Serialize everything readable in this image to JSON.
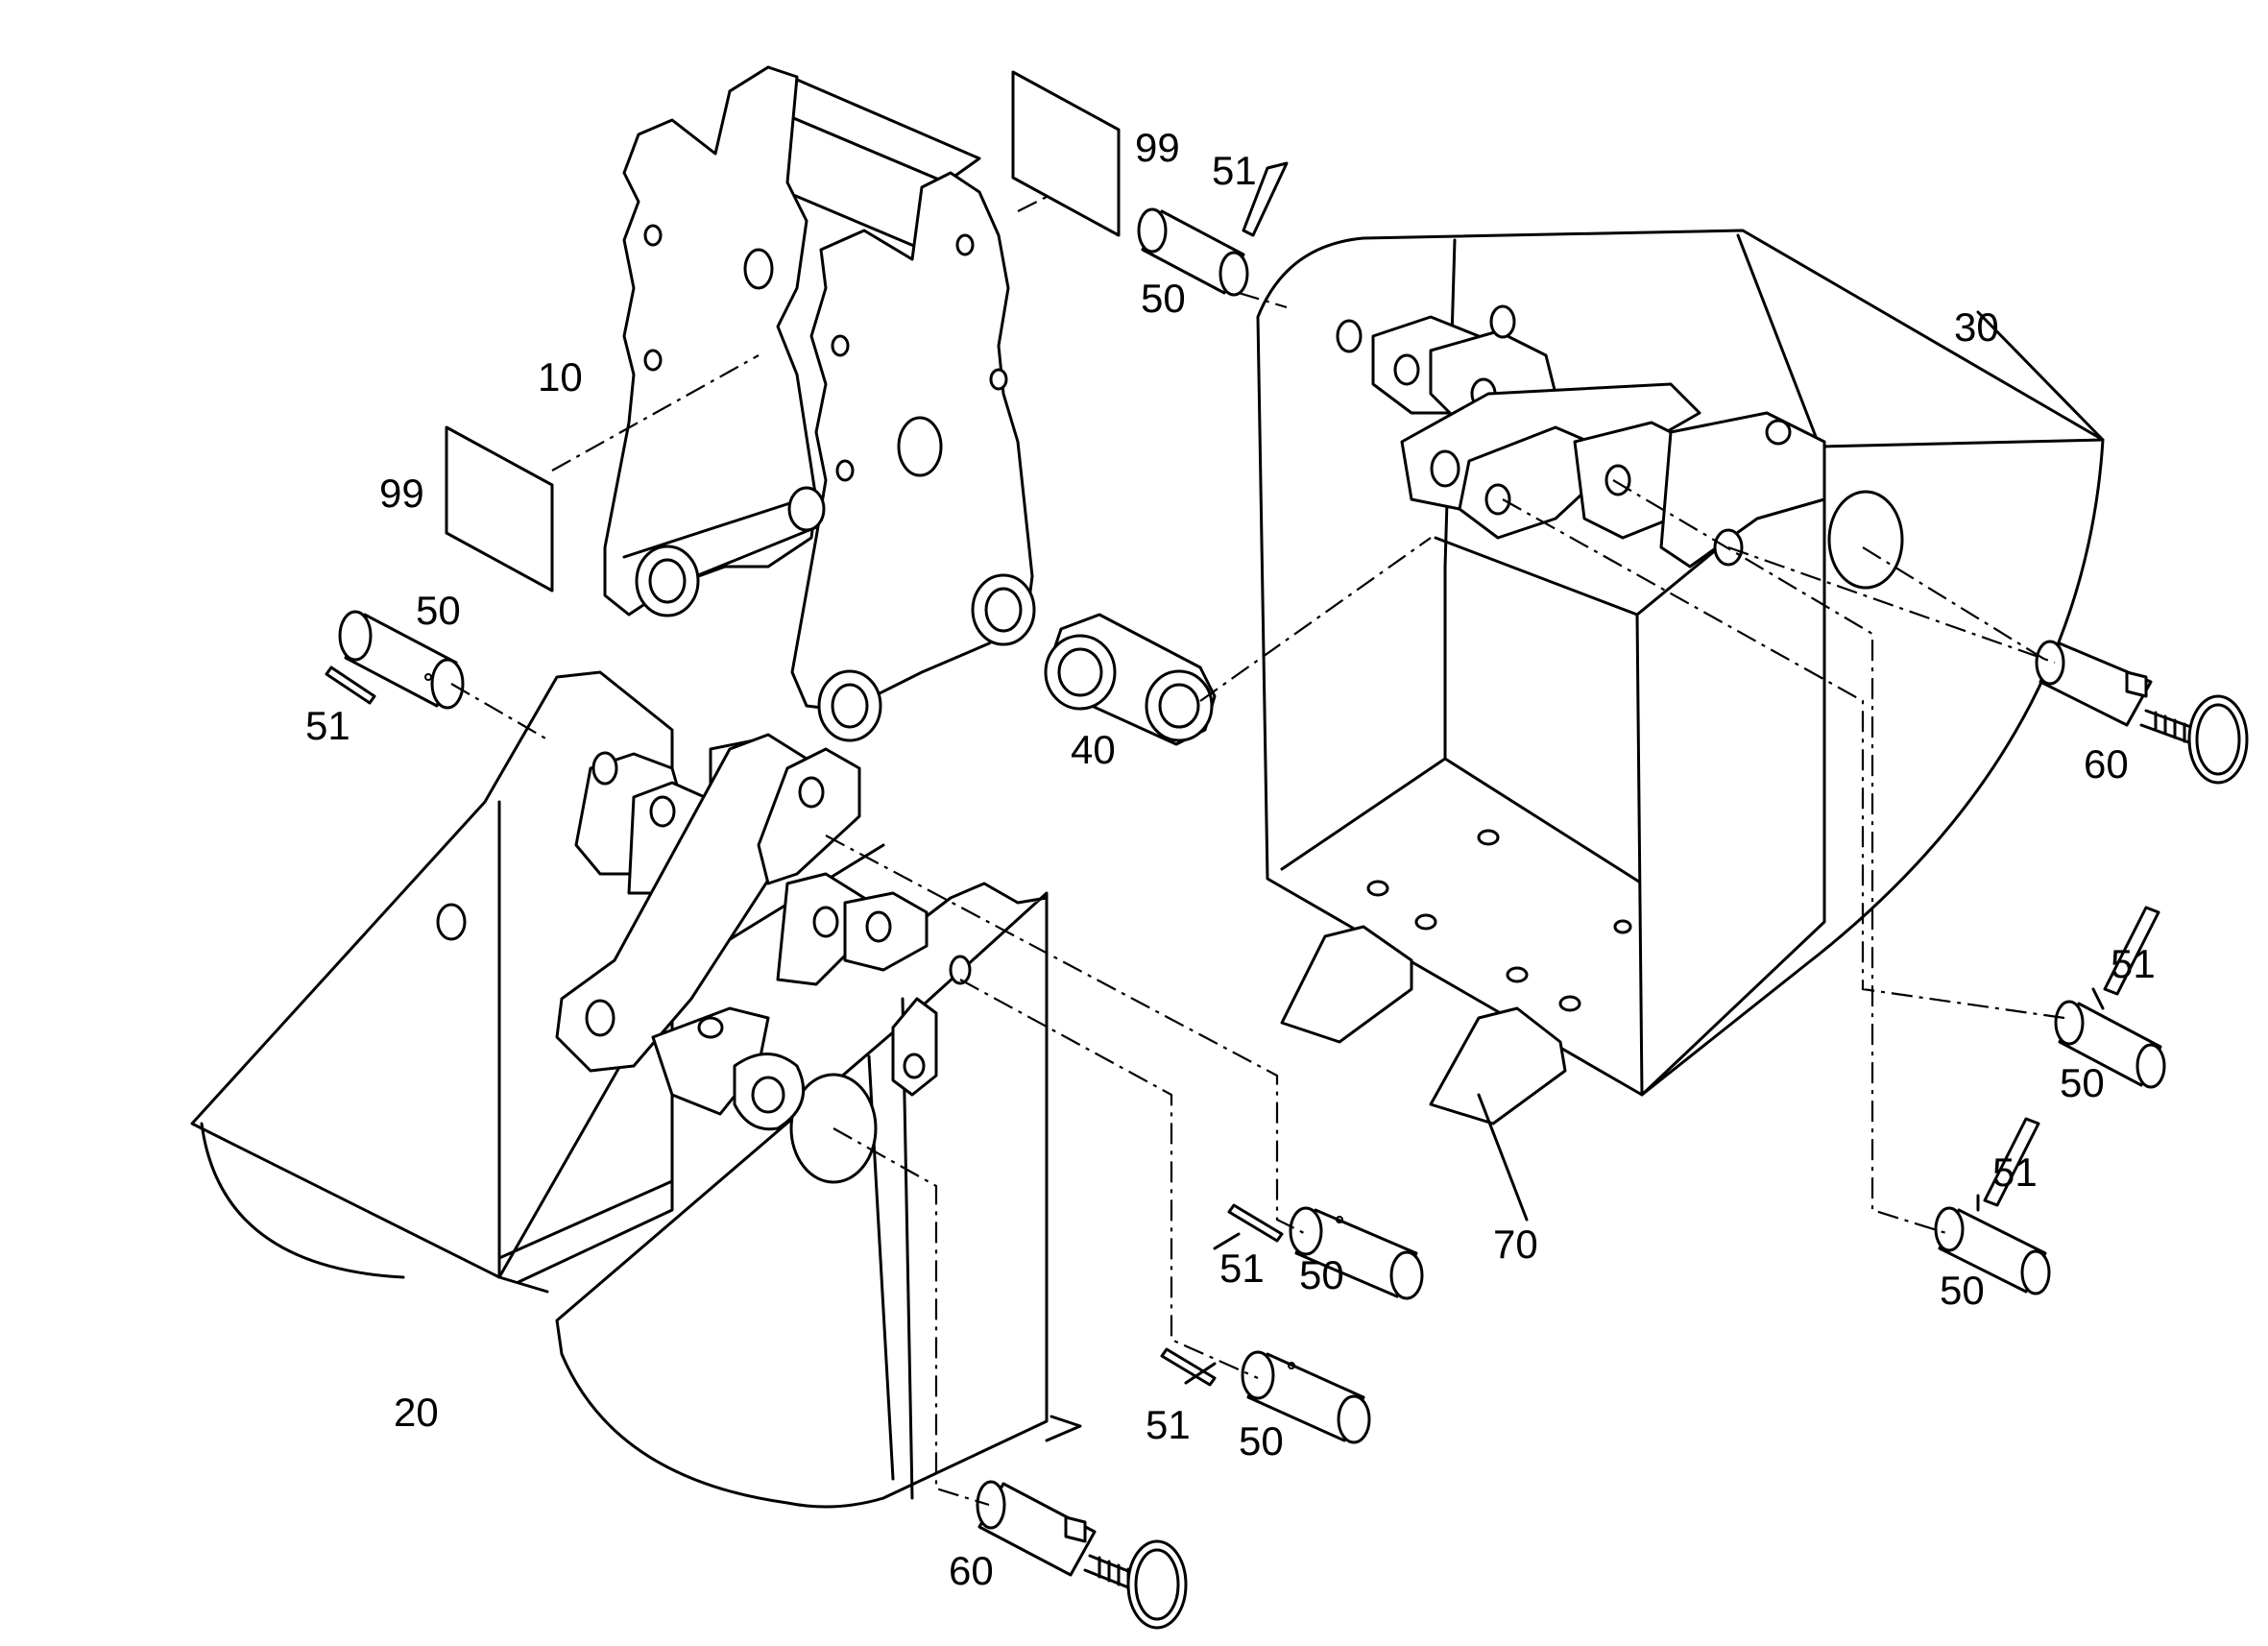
{
  "colors": {
    "line": "#000000",
    "background": "#ffffff"
  },
  "callouts": {
    "c10": "10",
    "c20": "20",
    "c30": "30",
    "c40": "40",
    "c50a": "50",
    "c50b": "50",
    "c50c": "50",
    "c50d": "50",
    "c50e": "50",
    "c50f": "50",
    "c51a": "51",
    "c51b": "51",
    "c51c": "51",
    "c51d": "51",
    "c51e": "51",
    "c51f": "51",
    "c60a": "60",
    "c60b": "60",
    "c70": "70",
    "c99a": "99",
    "c99b": "99"
  }
}
